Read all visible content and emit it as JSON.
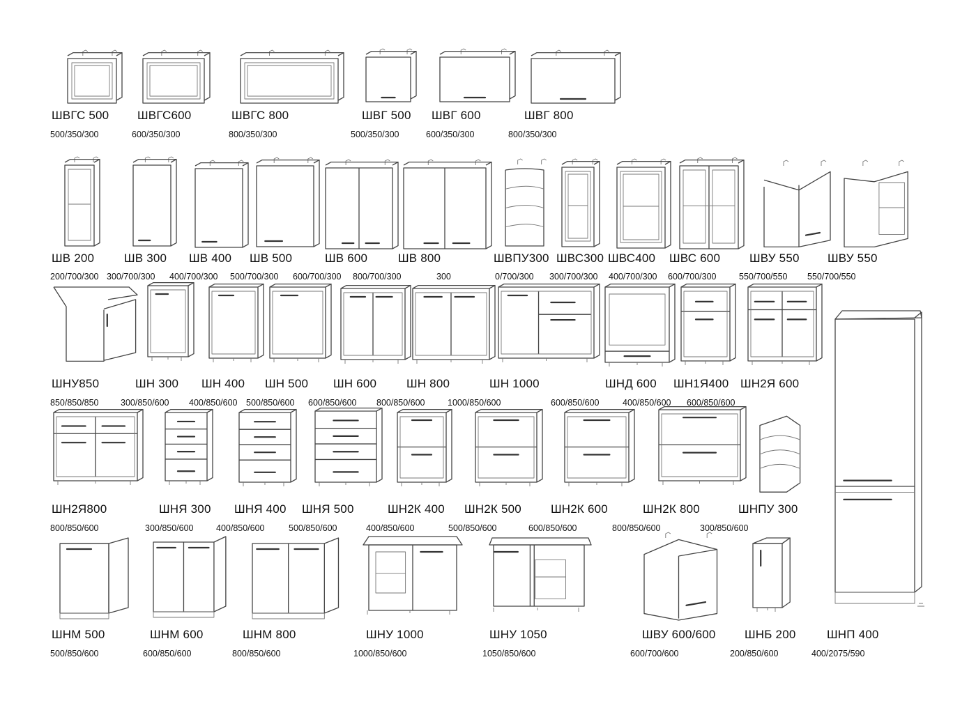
{
  "rows": [
    {
      "items": [
        {
          "code": "ШВГС 500",
          "dims": "500/350/300",
          "kind": "wall-glass-horiz"
        },
        {
          "code": "ШВГС600",
          "dims": "600/350/300",
          "kind": "wall-glass-horiz"
        },
        {
          "code": "ШВГС 800",
          "dims": "800/350/300",
          "kind": "wall-glass-horiz"
        },
        {
          "code": "ШВГ 500",
          "dims": "500/350/300",
          "kind": "wall-horiz"
        },
        {
          "code": "ШВГ 600",
          "dims": "600/350/300",
          "kind": "wall-horiz"
        },
        {
          "code": "ШВГ 800",
          "dims": "800/350/300",
          "kind": "wall-horiz"
        }
      ]
    },
    {
      "items": [
        {
          "code": "ШВ 200",
          "dims": "200/700/300",
          "kind": "wall-open"
        },
        {
          "code": "ШВ 300",
          "dims": "300/700/300",
          "kind": "wall-1door"
        },
        {
          "code": "ШВ 400",
          "dims": "400/700/300",
          "kind": "wall-1door"
        },
        {
          "code": "ШВ 500",
          "dims": "500/700/300",
          "kind": "wall-1door"
        },
        {
          "code": "ШВ 600",
          "dims": "600/700/300",
          "kind": "wall-2door"
        },
        {
          "code": "ШВ 800",
          "dims": "800/700/300",
          "kind": "wall-2door"
        },
        {
          "code": "ШВПУ300",
          "dims": "300",
          "kind": "wall-end"
        },
        {
          "code": "ШВС300",
          "dims": "0/700/300",
          "kind": "wall-glass"
        },
        {
          "code": "ШВС400",
          "dims": "300/700/300",
          "kind": "wall-glass"
        },
        {
          "code": "ШВС 600",
          "dims": "400/700/300",
          "kind": "wall-glass2"
        },
        {
          "code": "ШВУ 550",
          "dims": "600/700/300",
          "kind": "wall-corner"
        },
        {
          "code": "ШВУ 550",
          "dims": "550/700/550",
          "kind": "wall-corner-glass"
        }
      ],
      "extra_dims": "550/700/550"
    },
    {
      "items": [
        {
          "code": "ШНУ850",
          "dims": "850/850/850",
          "kind": "base-corner"
        },
        {
          "code": "ШН 300",
          "dims": "300/850/600",
          "kind": "base-1door"
        },
        {
          "code": "ШН 400",
          "dims": "400/850/600",
          "kind": "base-1door"
        },
        {
          "code": "ШН 500",
          "dims": "500/850/600",
          "kind": "base-1door"
        },
        {
          "code": "ШН 600",
          "dims": "600/850/600",
          "kind": "base-2door"
        },
        {
          "code": "ШН 800",
          "dims": "800/850/600",
          "kind": "base-2door"
        },
        {
          "code": "ШН 1000",
          "dims": "1000/850/600",
          "kind": "base-1000"
        },
        {
          "code": "ШНД 600",
          "dims": "600/850/600",
          "kind": "base-oven"
        },
        {
          "code": "ШН1Я400",
          "dims": "400/850/600",
          "kind": "base-1drawer"
        },
        {
          "code": "ШН2Я 600",
          "dims": "600/850/600",
          "kind": "base-2drawer"
        }
      ]
    },
    {
      "items": [
        {
          "code": "ШН2Я800",
          "dims": "800/850/600",
          "kind": "base-2drawer"
        },
        {
          "code": "ШНЯ 300",
          "dims": "300/850/600",
          "kind": "base-4drawer"
        },
        {
          "code": "ШНЯ 400",
          "dims": "400/850/600",
          "kind": "base-4drawer"
        },
        {
          "code": "ШНЯ 500",
          "dims": "500/850/600",
          "kind": "base-4drawer"
        },
        {
          "code": "ШН2К 400",
          "dims": "400/850/600",
          "kind": "base-2k"
        },
        {
          "code": "ШН2К 500",
          "dims": "500/850/600",
          "kind": "base-2k"
        },
        {
          "code": "ШН2К 600",
          "dims": "600/850/600",
          "kind": "base-2k"
        },
        {
          "code": "ШН2К 800",
          "dims": "800/850/600",
          "kind": "base-2k"
        },
        {
          "code": "ШНПУ 300",
          "dims": "300/850/600",
          "kind": "base-end"
        }
      ]
    },
    {
      "items": [
        {
          "code": "ШНМ 500",
          "dims": "500/850/600",
          "kind": "sink-1"
        },
        {
          "code": "ШНМ 600",
          "dims": "600/850/600",
          "kind": "sink-2"
        },
        {
          "code": "ШНМ 800",
          "dims": "800/850/600",
          "kind": "sink-2"
        },
        {
          "code": "ШНУ 1000",
          "dims": "1000/850/600",
          "kind": "corner-1000"
        },
        {
          "code": "ШНУ 1050",
          "dims": "1050/850/600",
          "kind": "corner-1050"
        },
        {
          "code": "ШВУ 600/600",
          "dims": "600/700/600",
          "kind": "wall-corner-600"
        },
        {
          "code": "ШНБ 200",
          "dims": "200/850/600",
          "kind": "base-narrow"
        },
        {
          "code": "ШНП 400",
          "dims": "400/2075/590",
          "kind": "tall"
        }
      ]
    }
  ]
}
